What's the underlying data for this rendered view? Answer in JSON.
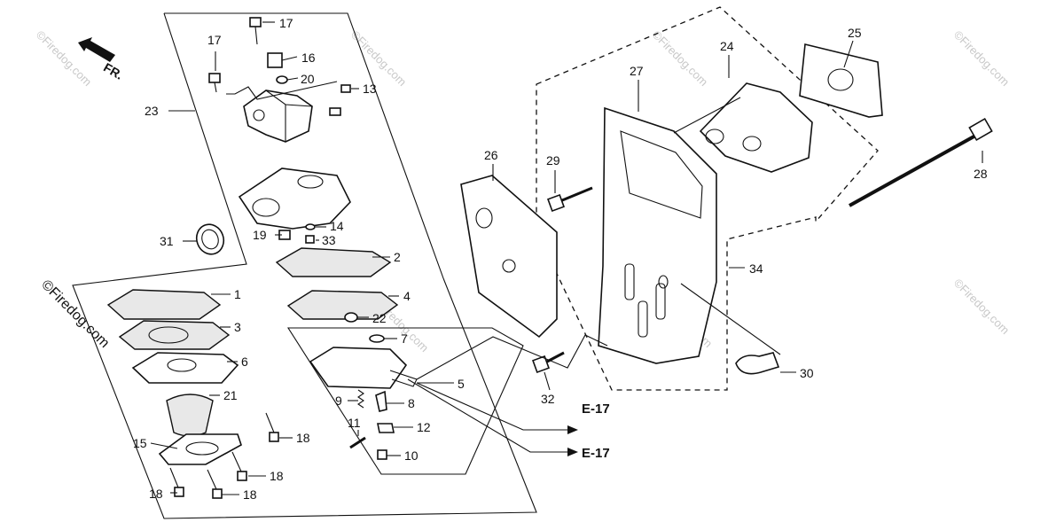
{
  "direction_label": "FR.",
  "watermark_text": "©Firedog.com",
  "callouts": {
    "c1": "1",
    "c2": "2",
    "c3": "3",
    "c4": "4",
    "c5": "5",
    "c6": "6",
    "c7": "7",
    "c8": "8",
    "c9": "9",
    "c10": "10",
    "c11": "11",
    "c12": "12",
    "c13": "13",
    "c14": "14",
    "c15": "15",
    "c16": "16",
    "c17a": "17",
    "c17b": "17",
    "c18a": "18",
    "c18b": "18",
    "c18c": "18",
    "c18d": "18",
    "c19": "19",
    "c20": "20",
    "c21": "21",
    "c22": "22",
    "c23": "23",
    "c24": "24",
    "c25": "25",
    "c26": "26",
    "c27": "27",
    "c28": "28",
    "c29": "29",
    "c30": "30",
    "c31": "31",
    "c32": "32",
    "c33": "33",
    "c34": "34"
  },
  "section_refs": {
    "ref_a": "E-17",
    "ref_b": "E-17"
  },
  "colors": {
    "line": "#111111",
    "watermark": "#c8c8c8",
    "background": "#ffffff"
  }
}
